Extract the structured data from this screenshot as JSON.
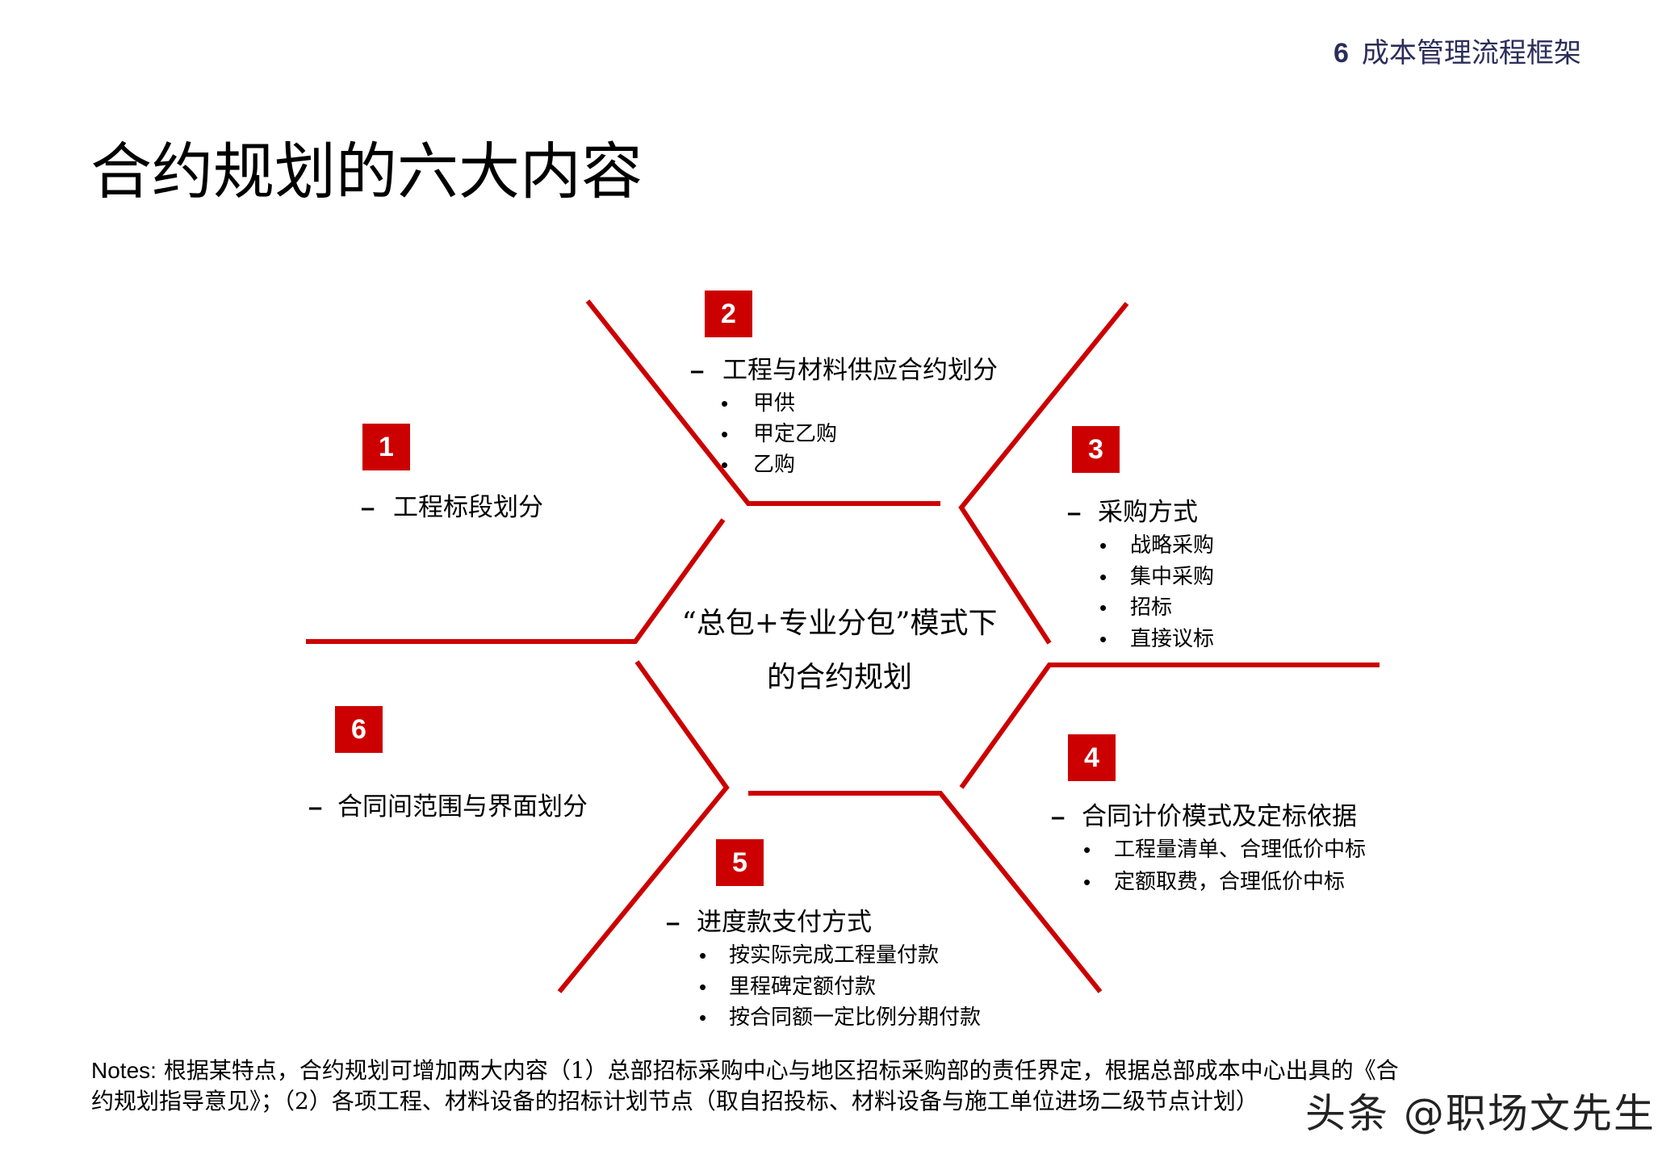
{
  "header": {
    "section_number": "6",
    "section_title": "成本管理流程框架"
  },
  "title": "合约规划的六大内容",
  "center": {
    "line1": "“总包+专业分包”模式下",
    "line2": "的合约规划"
  },
  "accent_color": "#cc0000",
  "sections": [
    {
      "number": "1",
      "heading": "工程标段划分",
      "items": []
    },
    {
      "number": "2",
      "heading": "工程与材料供应合约划分",
      "items": [
        "甲供",
        "甲定乙购",
        "乙购"
      ]
    },
    {
      "number": "3",
      "heading": "采购方式",
      "items": [
        "战略采购",
        "集中采购",
        "招标",
        "直接议标"
      ]
    },
    {
      "number": "4",
      "heading": "合同计价模式及定标依据",
      "items": [
        "工程量清单、合理低价中标",
        "定额取费，合理低价中标"
      ]
    },
    {
      "number": "5",
      "heading": "进度款支付方式",
      "items": [
        "按实际完成工程量付款",
        "里程碑定额付款",
        "按合同额一定比例分期付款"
      ]
    },
    {
      "number": "6",
      "heading": "合同间范围与界面划分",
      "items": []
    }
  ],
  "dash_glyph": "–",
  "bullet_glyph": "•",
  "notes": {
    "label": "Notes:",
    "line1": " 根据某特点，合约规划可增加两大内容（1）总部招标采购中心与地区招标采购部的责任界定，根据总部成本中心出具的《合",
    "line2": "约规划指导意见》；（2）各项工程、材料设备的招标计划节点（取自招投标、材料设备与施工单位进场二级节点计划）"
  },
  "watermark": "头条 @职场文先生"
}
